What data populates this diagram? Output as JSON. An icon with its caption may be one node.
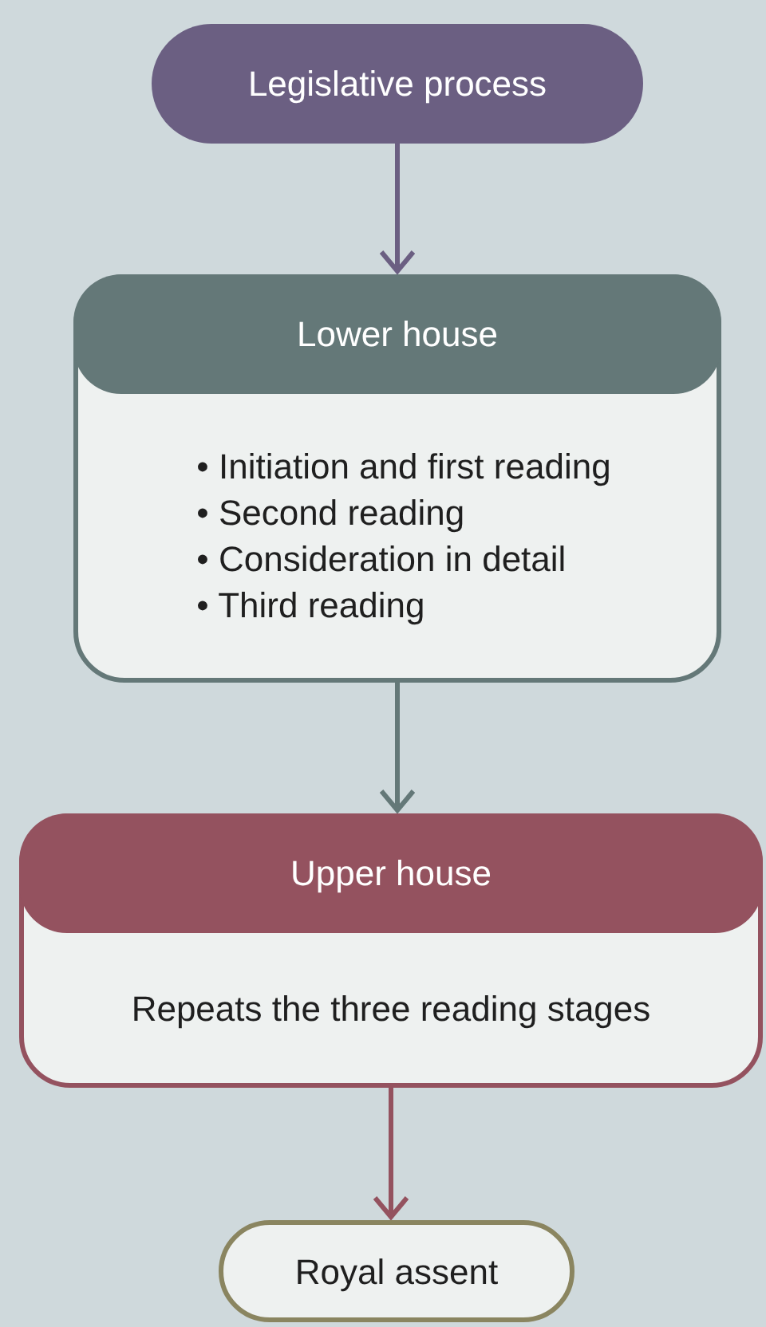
{
  "diagram": {
    "nodes": [
      {
        "text": [
          "Legislative process"
        ]
      },
      {
        "text": [
          "Lower house",
          "• Initiation and first reading",
          "• Second reading",
          "• Consideration in detail",
          "• Third reading"
        ]
      },
      {
        "text": [
          "Upper house",
          "Repeats the three reading stages"
        ]
      },
      {
        "text": [
          "Royal assent"
        ]
      }
    ],
    "edges": [
      {
        "from": 0,
        "to": 1,
        "arrow": "to",
        "color": "#6b5f82"
      },
      {
        "from": 1,
        "to": 2,
        "arrow": "to",
        "color": "#647878"
      },
      {
        "from": 2,
        "to": 3,
        "arrow": "to",
        "color": "#94525f"
      }
    ]
  }
}
